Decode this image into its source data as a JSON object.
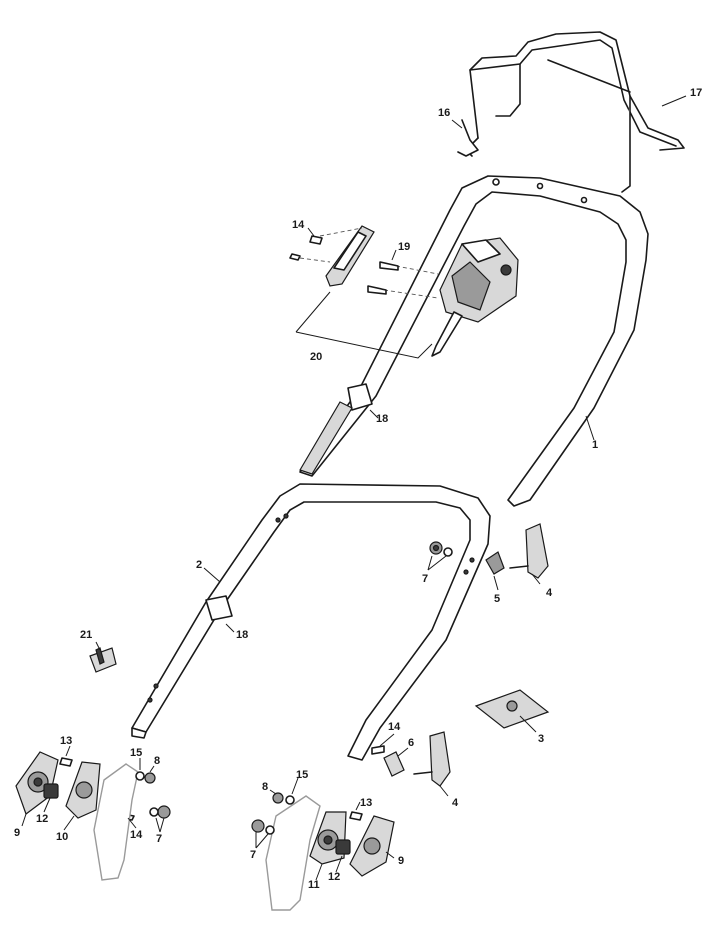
{
  "diagram": {
    "callouts": {
      "c1": "1",
      "c2": "2",
      "c3": "3",
      "c4a": "4",
      "c4b": "4",
      "c5": "5",
      "c6": "6",
      "c7a": "7",
      "c7b": "7",
      "c7c": "7",
      "c8a": "8",
      "c8b": "8",
      "c9a": "9",
      "c9b": "9",
      "c10": "10",
      "c11": "11",
      "c12a": "12",
      "c12b": "12",
      "c13a": "13",
      "c13b": "13",
      "c14a": "14",
      "c14b": "14",
      "c14c": "14",
      "c15a": "15",
      "c15b": "15",
      "c16": "16",
      "c17": "17",
      "c18a": "18",
      "c18b": "18",
      "c19": "19",
      "c20": "20",
      "c21": "21"
    }
  }
}
